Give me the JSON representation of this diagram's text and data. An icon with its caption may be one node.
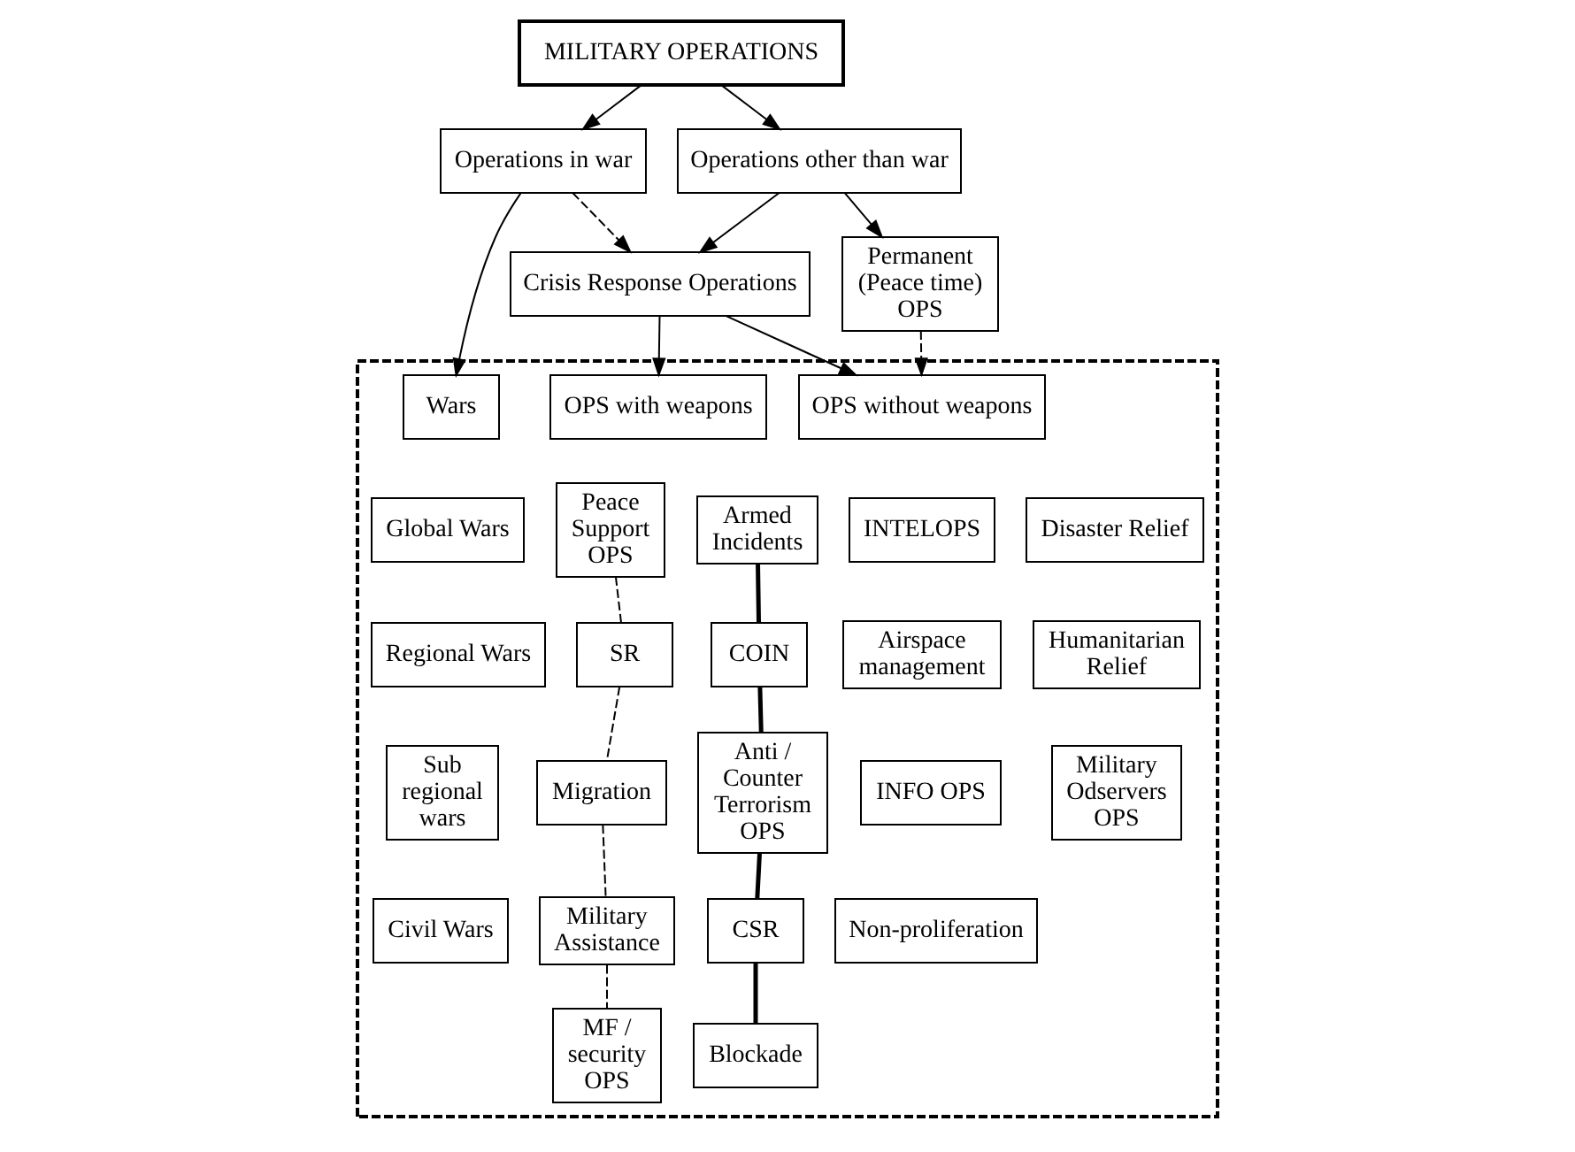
{
  "diagram": {
    "nodes": [
      {
        "text": [
          "MILITARY OPERATIONS"
        ]
      },
      {
        "text": [
          "Operations in war"
        ]
      },
      {
        "text": [
          "Operations other than war"
        ]
      },
      {
        "text": [
          "Crisis Response Operations"
        ]
      },
      {
        "text": [
          "Permanent (Peace time) OPS"
        ]
      },
      {
        "text": [],
        "shape": "box"
      },
      {
        "text": [
          "Wars"
        ],
        "in": 5
      },
      {
        "text": [
          "OPS with weapons"
        ],
        "in": 5
      },
      {
        "text": [
          "OPS without weapons"
        ],
        "in": 5
      },
      {
        "text": [
          "Global Wars"
        ],
        "in": 5
      },
      {
        "text": [
          "Regional Wars"
        ],
        "in": 5
      },
      {
        "text": [
          "Sub regional wars"
        ],
        "in": 5
      },
      {
        "text": [
          "Civil Wars"
        ],
        "in": 5
      },
      {
        "text": [
          "Armed Incidents"
        ],
        "in": 5
      },
      {
        "text": [
          "COIN"
        ],
        "in": 5
      },
      {
        "text": [
          "Anti / Counter Terrorism OPS"
        ],
        "in": 5
      },
      {
        "text": [
          "CSR"
        ],
        "in": 5
      },
      {
        "text": [
          "Blockade"
        ],
        "in": 5
      },
      {
        "text": [
          "Peace Support OPS"
        ],
        "in": 5
      },
      {
        "text": [
          "SR"
        ],
        "in": 5
      },
      {
        "text": [
          "Migration"
        ],
        "in": 5
      },
      {
        "text": [
          "Military Assistance"
        ],
        "in": 5
      },
      {
        "text": [
          "MF / security OPS"
        ],
        "in": 5
      },
      {
        "text": [
          "Disaster Relief"
        ],
        "in": 5
      },
      {
        "text": [
          "Humanitarian Relief"
        ],
        "in": 5
      },
      {
        "text": [
          "Military Odservers OPS"
        ],
        "in": 5
      },
      {
        "text": [
          "INTELOPS"
        ],
        "in": 5
      },
      {
        "text": [
          "Airspace management"
        ],
        "in": 5
      },
      {
        "text": [
          "INFO OPS"
        ],
        "in": 5
      },
      {
        "text": [
          "Non-proliferation"
        ],
        "in": 5
      }
    ],
    "edges": [
      {
        "from": 0,
        "to": 1,
        "arrow": "to"
      },
      {
        "from": 0,
        "to": 2,
        "arrow": "to"
      },
      {
        "from": 1,
        "to": 6,
        "arrow": "to"
      },
      {
        "from": 1,
        "to": 3,
        "arrow": "to",
        "style": "dashed"
      },
      {
        "from": 2,
        "to": 3,
        "arrow": "to"
      },
      {
        "from": 2,
        "to": 4,
        "arrow": "to"
      },
      {
        "from": 3,
        "to": 7,
        "arrow": "to"
      },
      {
        "from": 3,
        "to": 8,
        "arrow": "to"
      },
      {
        "from": 4,
        "to": 8,
        "arrow": "to",
        "style": "dashed"
      },
      {
        "from": 13,
        "to": 14,
        "arrow": "none",
        "style": "thick"
      },
      {
        "from": 14,
        "to": 15,
        "arrow": "none",
        "style": "thick"
      },
      {
        "from": 15,
        "to": 16,
        "arrow": "none",
        "style": "thick"
      },
      {
        "from": 16,
        "to": 17,
        "arrow": "none",
        "style": "thick"
      },
      {
        "from": 18,
        "to": 19,
        "arrow": "none",
        "style": "dashed"
      },
      {
        "from": 19,
        "to": 20,
        "arrow": "none",
        "style": "dashed"
      },
      {
        "from": 20,
        "to": 21,
        "arrow": "none",
        "style": "dashed"
      },
      {
        "from": 21,
        "to": 22,
        "arrow": "none",
        "style": "dashed"
      }
    ]
  }
}
